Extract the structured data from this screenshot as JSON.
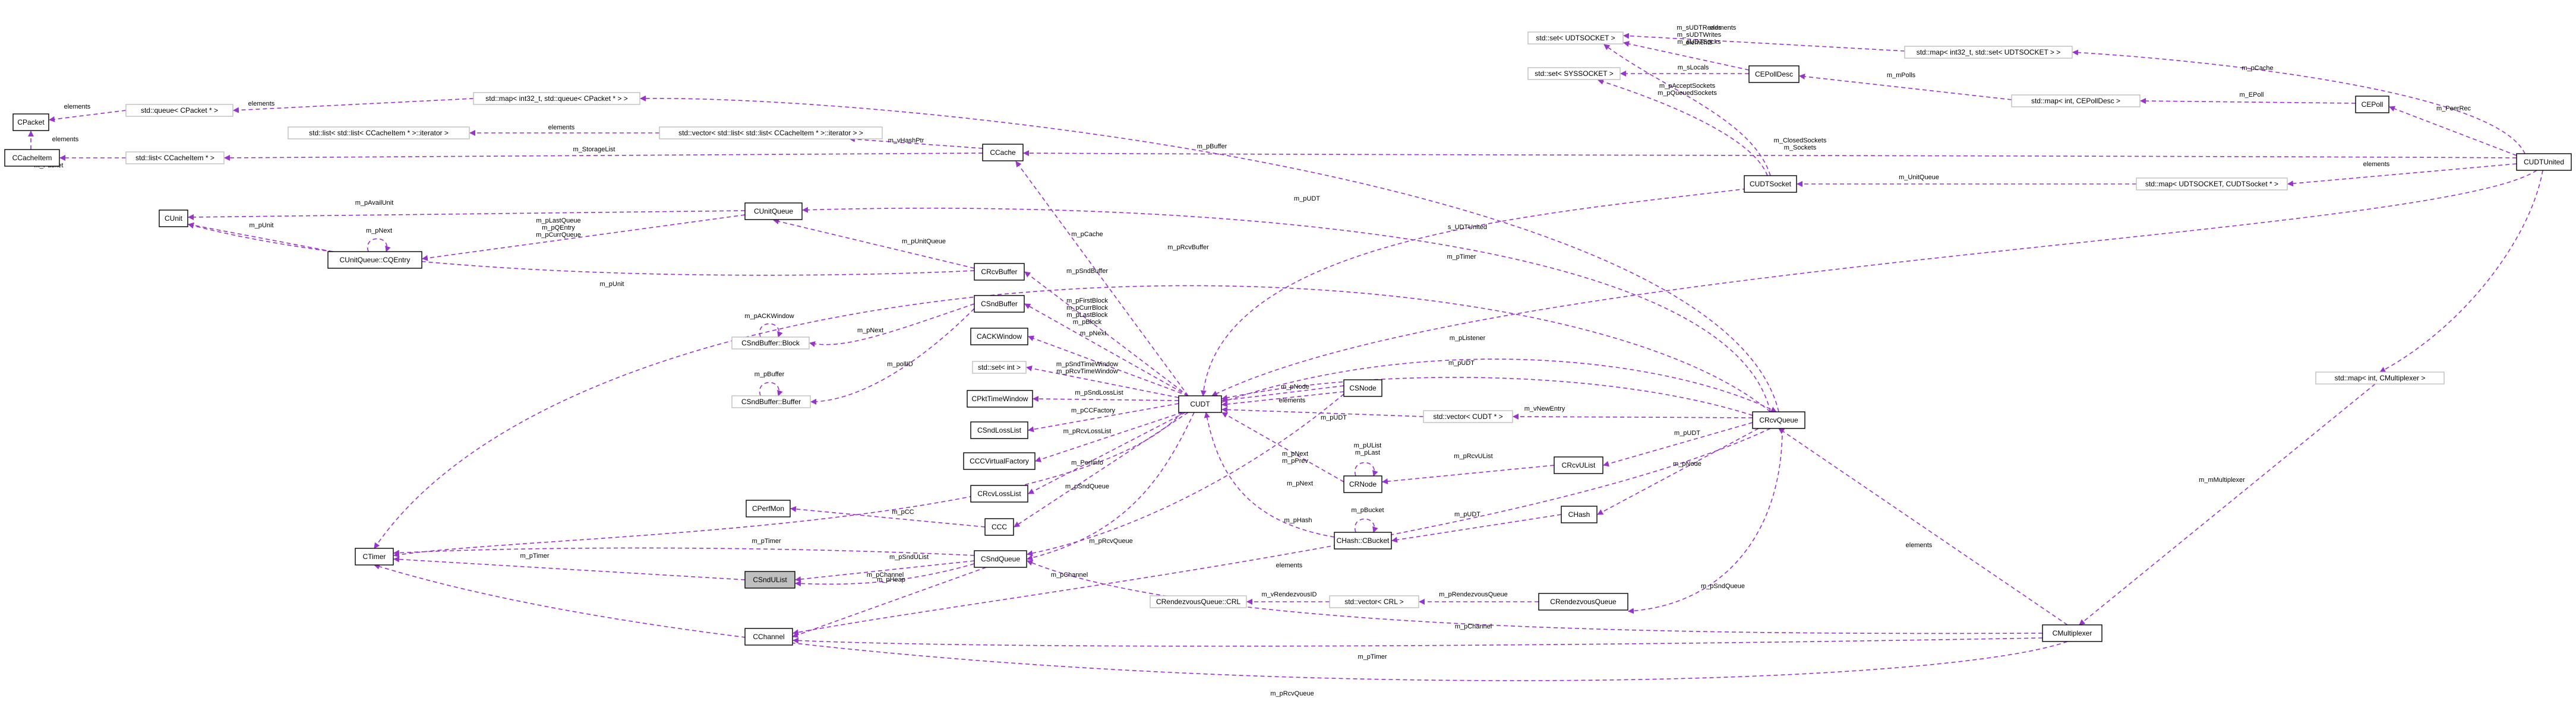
{
  "nodes": [
    {
      "id": "CPacket",
      "label": "CPacket",
      "style": "solid"
    },
    {
      "id": "queue_CPacket",
      "label": "std::queue< CPacket * >",
      "style": "gray"
    },
    {
      "id": "map_int32_queue",
      "label": "std::map< int32_t, std::queue< CPacket * > >",
      "style": "gray"
    },
    {
      "id": "CCacheItem",
      "label": "CCacheItem",
      "style": "solid"
    },
    {
      "id": "list_CCacheItem",
      "label": "std::list< CCacheItem * >",
      "style": "gray"
    },
    {
      "id": "list_list_iter",
      "label": "std::list< std::list< CCacheItem * >::iterator >",
      "style": "gray"
    },
    {
      "id": "vector_list_iter",
      "label": "std::vector< std::list< std::list< CCacheItem * >::iterator > >",
      "style": "gray"
    },
    {
      "id": "CCache",
      "label": "CCache",
      "style": "solid"
    },
    {
      "id": "CUnit",
      "label": "CUnit",
      "style": "solid"
    },
    {
      "id": "CUnitQueue",
      "label": "CUnitQueue",
      "style": "solid"
    },
    {
      "id": "CQEntry",
      "label": "CUnitQueue::CQEntry",
      "style": "solid"
    },
    {
      "id": "set_UDTSOCKET",
      "label": "std::set< UDTSOCKET >",
      "style": "gray"
    },
    {
      "id": "set_SYSSOCKET",
      "label": "std::set< SYSSOCKET >",
      "style": "gray"
    },
    {
      "id": "CEPollDesc",
      "label": "CEPollDesc",
      "style": "solid"
    },
    {
      "id": "map_int32_set",
      "label": "std::map< int32_t, std::set< UDTSOCKET > >",
      "style": "gray"
    },
    {
      "id": "map_int_CEPollDesc",
      "label": "std::map< int, CEPollDesc >",
      "style": "gray"
    },
    {
      "id": "CEPoll",
      "label": "CEPoll",
      "style": "solid"
    },
    {
      "id": "CUDTUnited",
      "label": "CUDTUnited",
      "style": "solid"
    },
    {
      "id": "CUDTSocket",
      "label": "CUDTSocket",
      "style": "solid"
    },
    {
      "id": "map_UDTSOCKET",
      "label": "std::map< UDTSOCKET, CUDTSocket * >",
      "style": "gray"
    },
    {
      "id": "CRcvBuffer",
      "label": "CRcvBuffer",
      "style": "solid"
    },
    {
      "id": "CSndBuffer",
      "label": "CSndBuffer",
      "style": "solid"
    },
    {
      "id": "SndBlock",
      "label": "CSndBuffer::Block",
      "style": "gray"
    },
    {
      "id": "SndBuf",
      "label": "CSndBuffer::Buffer",
      "style": "gray"
    },
    {
      "id": "CACKWindow",
      "label": "CACKWindow",
      "style": "solid"
    },
    {
      "id": "set_int",
      "label": "std::set< int >",
      "style": "gray"
    },
    {
      "id": "CPktTimeWindow",
      "label": "CPktTimeWindow",
      "style": "solid"
    },
    {
      "id": "CSndLossList",
      "label": "CSndLossList",
      "style": "solid"
    },
    {
      "id": "CCCVirtualFactory",
      "label": "CCCVirtualFactory",
      "style": "solid"
    },
    {
      "id": "CRcvLossList",
      "label": "CRcvLossList",
      "style": "solid"
    },
    {
      "id": "CPerfMon",
      "label": "CPerfMon",
      "style": "solid"
    },
    {
      "id": "CCC",
      "label": "CCC",
      "style": "solid"
    },
    {
      "id": "CUDT",
      "label": "CUDT",
      "style": "solid"
    },
    {
      "id": "CSNode",
      "label": "CSNode",
      "style": "solid"
    },
    {
      "id": "CRNode",
      "label": "CRNode",
      "style": "solid"
    },
    {
      "id": "CBucket",
      "label": "CHash::CBucket",
      "style": "solid"
    },
    {
      "id": "vector_CUDT",
      "label": "std::vector< CUDT * >",
      "style": "gray"
    },
    {
      "id": "CRcvUList",
      "label": "CRcvUList",
      "style": "solid"
    },
    {
      "id": "CHash",
      "label": "CHash",
      "style": "solid"
    },
    {
      "id": "CRendezvousQueue",
      "label": "CRendezvousQueue",
      "style": "solid"
    },
    {
      "id": "vector_CRL",
      "label": "std::vector< CRL >",
      "style": "gray"
    },
    {
      "id": "CRL",
      "label": "CRendezvousQueue::CRL",
      "style": "gray"
    },
    {
      "id": "CRcvQueue",
      "label": "CRcvQueue",
      "style": "solid"
    },
    {
      "id": "CTimer",
      "label": "CTimer",
      "style": "solid"
    },
    {
      "id": "CSndUList",
      "label": "CSndUList",
      "style": "focus"
    },
    {
      "id": "CSndQueue",
      "label": "CSndQueue",
      "style": "solid"
    },
    {
      "id": "CChannel",
      "label": "CChannel",
      "style": "solid"
    },
    {
      "id": "map_int_CMultiplexer",
      "label": "std::map< int, CMultiplexer >",
      "style": "gray"
    },
    {
      "id": "CMultiplexer",
      "label": "CMultiplexer",
      "style": "solid"
    }
  ],
  "edge_labels": [
    "elements",
    "elements",
    "m_Packet",
    "m_pBuffer",
    "elements",
    "elements",
    "m_vHashPtr",
    "m_StorageList",
    "m_pAvailUnit",
    "m_pLastQueue\nm_pQEntry\nm_pCurrQueue",
    "m_pNext",
    "m_pUnit",
    "m_pUnit",
    "m_pUnitQueue",
    "m_pCache",
    "elements",
    "m_sUDTReads\nm_sUDTWrites\nm_sUDTSocks",
    "m_sLocals",
    "m_pAcceptSockets\nm_pQueuedSockets",
    "elements",
    "m_mPolls",
    "m_EPoll",
    "m_PeerRec",
    "m_pCache",
    "m_ClosedSockets\nm_Sockets",
    "elements",
    "m_UnitQueue",
    "m_pUDT",
    "s_UDTUnited",
    "m_pTimer",
    "m_pRcvBuffer",
    "m_pSndBuffer",
    "m_pFirstBlock\nm_pCurrBlock\nm_pLastBlock\nm_pBlock",
    "m_pNext",
    "m_pACKWindow",
    "m_pNext",
    "m_pBuffer",
    "m_pollID",
    "m_pSndTimeWindow\nm_pRcvTimeWindow",
    "m_pSndLossList",
    "m_pCCFactory",
    "m_pRcvLossList",
    "m_PerfInfo",
    "m_pCC",
    "m_pSndQueue",
    "m_pRcvQueue",
    "m_pListener",
    "m_pUDT",
    "m_pNode",
    "elements",
    "m_vNewEntry",
    "m_pUDT",
    "m_pNext\nm_pPrev",
    "m_pUList\nm_pLast",
    "m_pRcvUList",
    "m_pUDT",
    "m_pHash",
    "m_pNode",
    "m_pNext",
    "m_pBucket",
    "m_pUDT",
    "m_pTimer",
    "m_pTimer",
    "m_pSndUList",
    "m_pChannel",
    "m_pHeap",
    "m_pChannel",
    "elements",
    "m_vRendezvousID",
    "m_pRendezvousQueue",
    "m_pSndQueue",
    "m_pChannel",
    "m_pTimer",
    "m_pRcvQueue",
    "elements",
    "m_mMultiplexer"
  ]
}
